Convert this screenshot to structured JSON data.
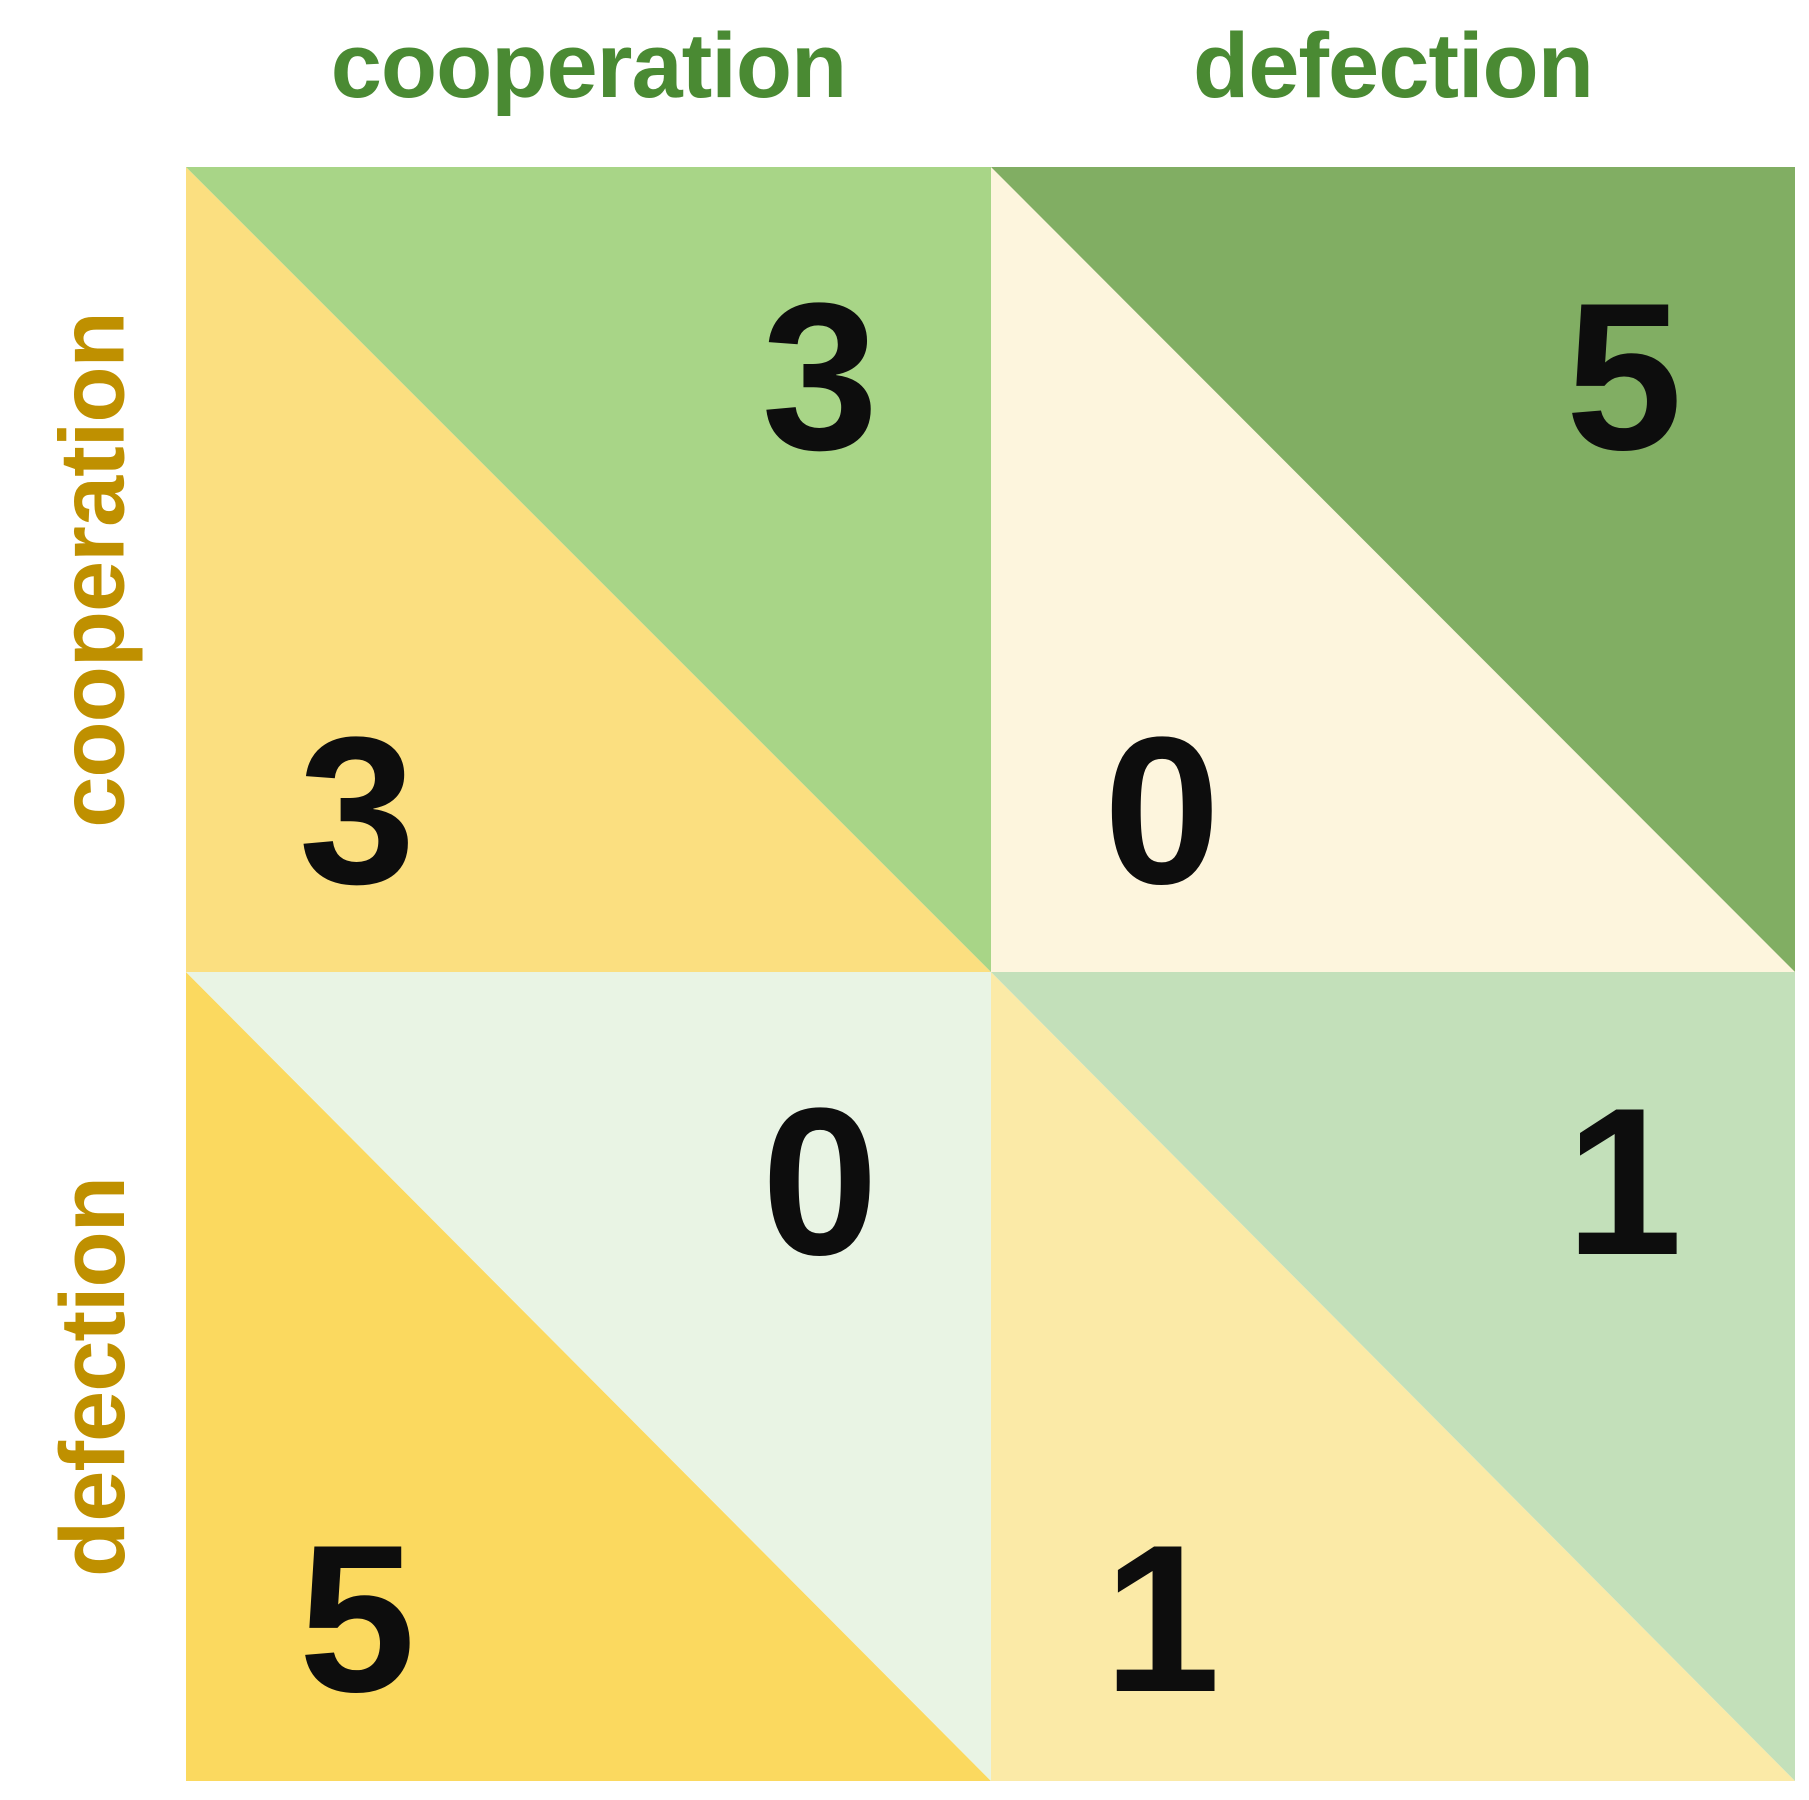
{
  "figure": {
    "type": "payoff-matrix",
    "title": "",
    "colors": {
      "column_label": "#4a8a33",
      "row_label": "#bf9000",
      "payoff_text": "#0d0d0d",
      "background": "#ffffff"
    }
  },
  "columns": {
    "label_color": "#4a8a33",
    "headers": [
      {
        "label": "cooperation"
      },
      {
        "label": "defection"
      }
    ]
  },
  "rows": {
    "label_color": "#bf9000",
    "headers": [
      {
        "label": "cooperation"
      },
      {
        "label": "defection"
      }
    ]
  },
  "chart_data": {
    "type": "table",
    "title": "",
    "xlabel": "",
    "ylabel": "",
    "categories": [
      "cooperation",
      "defection"
    ],
    "row_categories": [
      "cooperation",
      "defection"
    ],
    "column_categories": [
      "cooperation",
      "defection"
    ],
    "cells": [
      {
        "row": "cooperation",
        "column": "cooperation",
        "row_payoff": "3",
        "column_payoff": "3",
        "row_fill": "#fbdf80",
        "column_fill": "#a8d587"
      },
      {
        "row": "cooperation",
        "column": "defection",
        "row_payoff": "0",
        "column_payoff": "5",
        "row_fill": "#fdf5dd",
        "column_fill": "#81ae63"
      },
      {
        "row": "defection",
        "column": "cooperation",
        "row_payoff": "5",
        "column_payoff": "0",
        "row_fill": "#fbd95f",
        "column_fill": "#e9f4e4"
      },
      {
        "row": "defection",
        "column": "defection",
        "row_payoff": "1",
        "column_payoff": "1",
        "row_fill": "#fbeaa7",
        "column_fill": "#c3e0ba"
      }
    ]
  }
}
